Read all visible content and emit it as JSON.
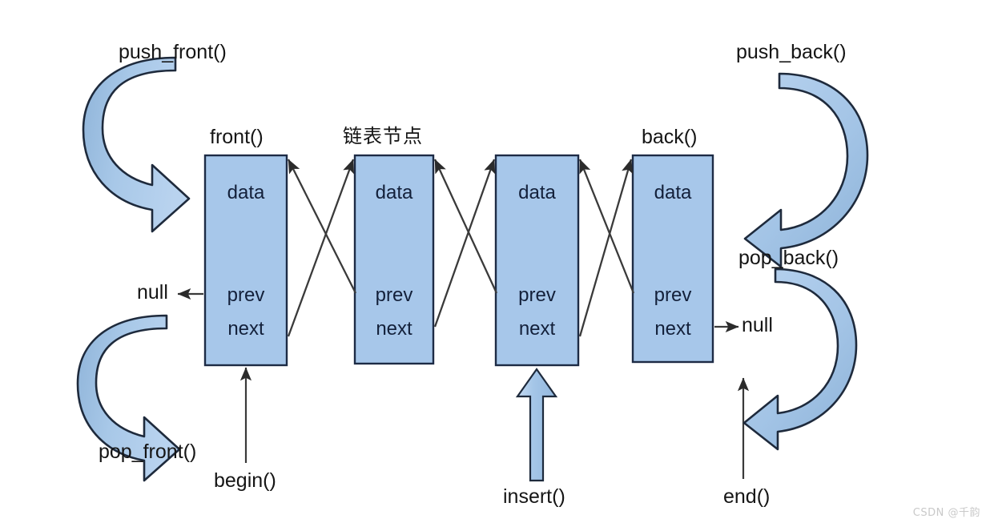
{
  "diagram": {
    "title_cn": "链表节点",
    "watermark": "CSDN @千韵",
    "colors": {
      "node_fill": "#a7c7ea",
      "node_stroke": "#1d2b45",
      "arrow_fill": "#a3c4e6",
      "arrow_stroke": "#1e2a3c",
      "line": "#3a3a3a",
      "text": "#13203a",
      "background": "#ffffff"
    },
    "nodes": [
      {
        "id": "node-1",
        "caption": "front()",
        "fields": [
          "data",
          "prev",
          "next"
        ]
      },
      {
        "id": "node-2",
        "caption": "链表节点",
        "fields": [
          "data",
          "prev",
          "next"
        ]
      },
      {
        "id": "node-3",
        "caption": "",
        "fields": [
          "data",
          "prev",
          "next"
        ]
      },
      {
        "id": "node-4",
        "caption": "back()",
        "fields": [
          "data",
          "prev",
          "next"
        ]
      }
    ],
    "terminators": {
      "left_null": "null",
      "right_null": "null"
    },
    "operations": {
      "push_front": "push_front()",
      "pop_front": "pop_front()",
      "push_back": "push_back()",
      "pop_back": "pop_back()",
      "begin": "begin()",
      "end": "end()",
      "insert": "insert()",
      "front": "front()",
      "back": "back()"
    }
  }
}
